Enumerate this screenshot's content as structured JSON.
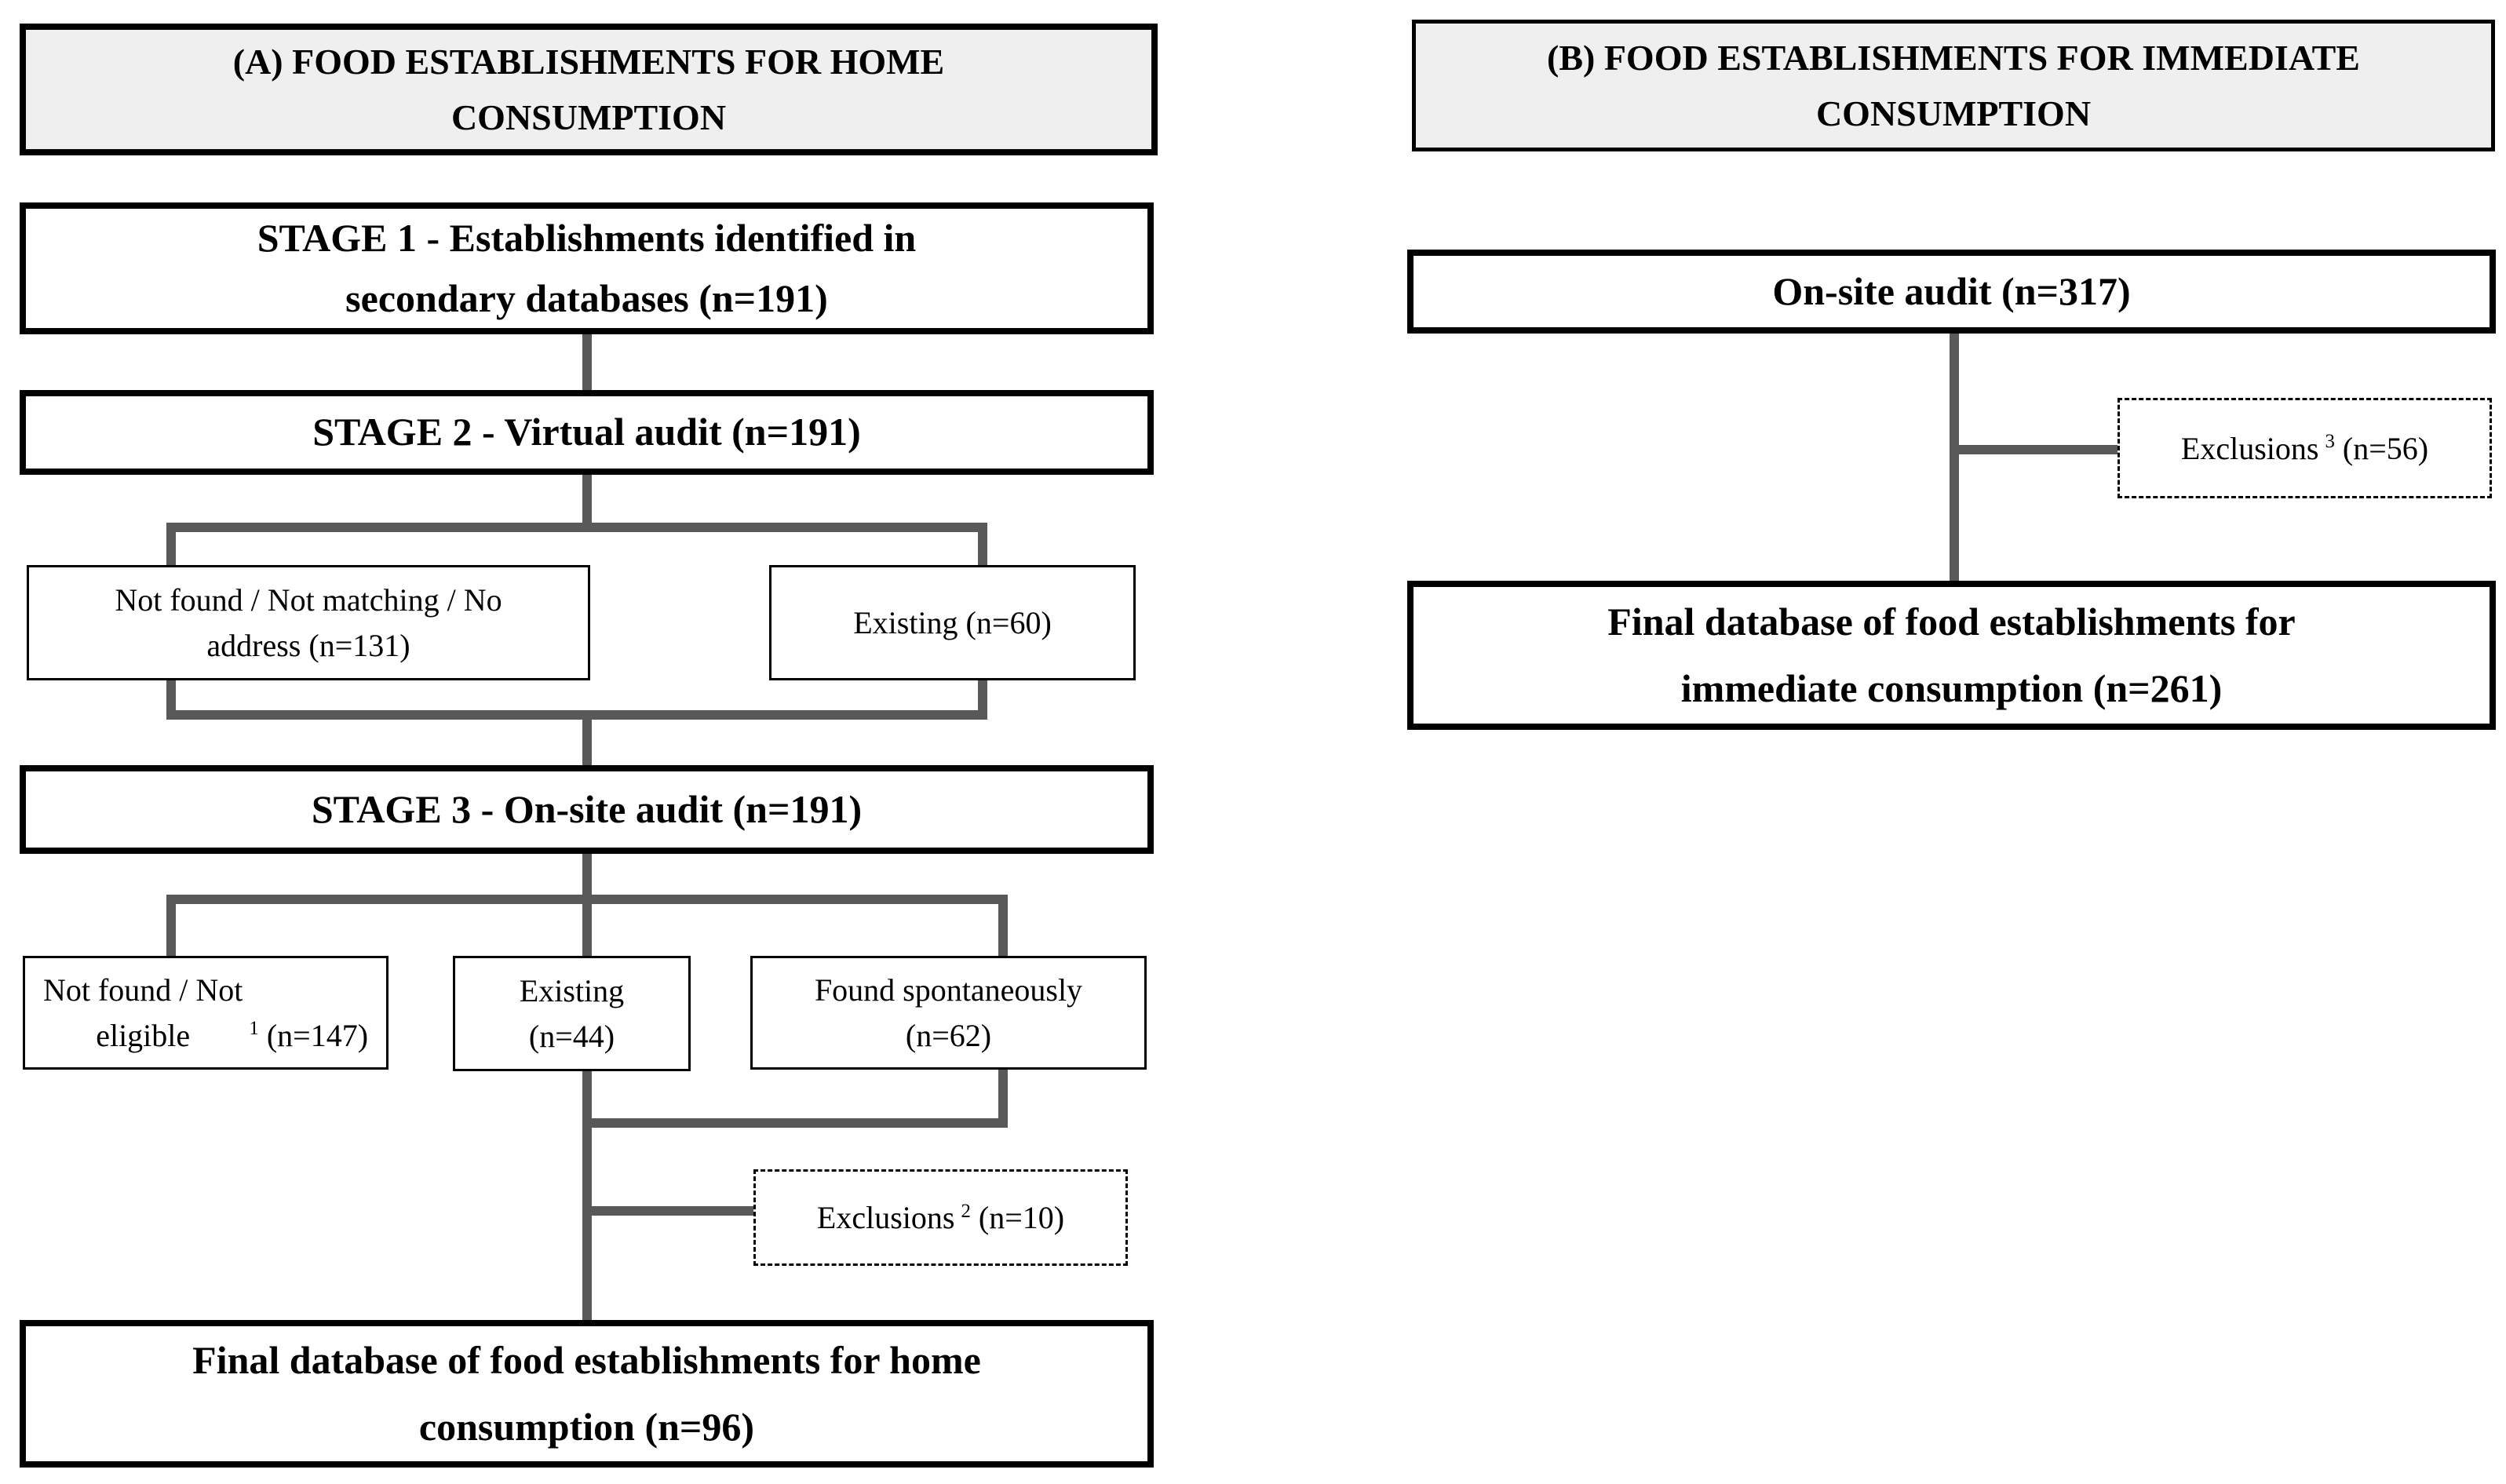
{
  "panel_a": {
    "header": "(A) FOOD ESTABLISHMENTS FOR HOME\nCONSUMPTION",
    "stage1": "STAGE 1 - Establishments identified in\nsecondary databases (n=191)",
    "stage2": "STAGE 2 - Virtual audit (n=191)",
    "not_found_virtual": "Not found / Not matching / No\naddress (n=131)",
    "existing_virtual": "Existing (n=60)",
    "stage3": "STAGE 3 - On-site audit (n=191)",
    "not_found_onsite": {
      "pre": "Not found / Not\neligible",
      "sup": "1",
      "post": "(n=147)"
    },
    "existing_onsite": "Existing\n(n=44)",
    "found_spontaneously": "Found spontaneously\n(n=62)",
    "exclusions": {
      "pre": "Exclusions",
      "sup": "2",
      "post": "(n=10)"
    },
    "final": "Final database of food establishments for home\nconsumption (n=96)"
  },
  "panel_b": {
    "header": "(B) FOOD ESTABLISHMENTS FOR IMMEDIATE\nCONSUMPTION",
    "onsite_audit": "On-site audit (n=317)",
    "exclusions": {
      "pre": "Exclusions",
      "sup": "3",
      "post": "(n=56)"
    },
    "final": "Final database of food establishments for\nimmediate consumption (n=261)"
  },
  "colors": {
    "connector": "#595959",
    "border": "#000000",
    "header_fill": "#efefef"
  }
}
